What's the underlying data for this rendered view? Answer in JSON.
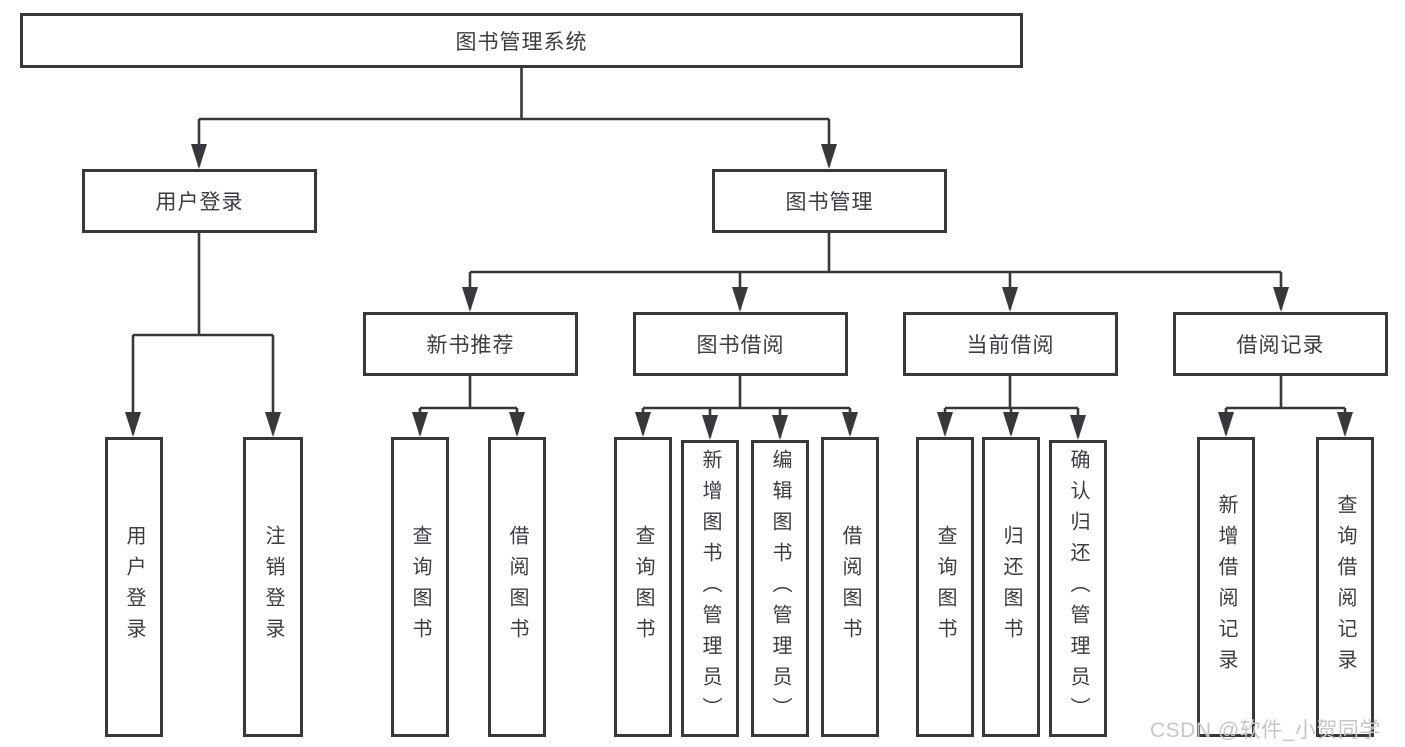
{
  "watermark": "CSDN @软件_小贺同学",
  "colors": {
    "line": "#37383c",
    "box_border": "#37383c",
    "text": "#3c3d42",
    "watermark": "#c6c6c6",
    "background": "#ffffff"
  },
  "tree": {
    "label": "图书管理系统",
    "children": [
      {
        "label": "用户登录",
        "children": [
          {
            "label": "用户登录"
          },
          {
            "label": "注销登录"
          }
        ]
      },
      {
        "label": "图书管理",
        "children": [
          {
            "label": "新书推荐",
            "children": [
              {
                "label": "查询图书"
              },
              {
                "label": "借阅图书"
              }
            ]
          },
          {
            "label": "图书借阅",
            "children": [
              {
                "label": "查询图书"
              },
              {
                "label": "新增图书（管理员）"
              },
              {
                "label": "编辑图书（管理员）"
              },
              {
                "label": "借阅图书"
              }
            ]
          },
          {
            "label": "当前借阅",
            "children": [
              {
                "label": "查询图书"
              },
              {
                "label": "归还图书"
              },
              {
                "label": "确认归还（管理员）"
              }
            ]
          },
          {
            "label": "借阅记录",
            "children": [
              {
                "label": "新增借阅记录"
              },
              {
                "label": "查询借阅记录"
              }
            ]
          }
        ]
      }
    ]
  }
}
